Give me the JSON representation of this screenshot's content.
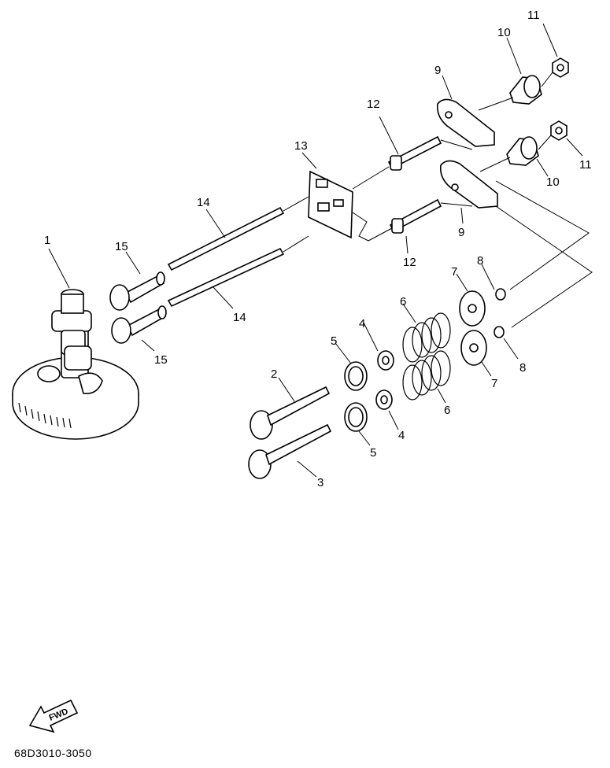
{
  "diagram": {
    "title": "",
    "callouts": {
      "c1": "1",
      "c2": "2",
      "c3": "3",
      "c4a": "4",
      "c4b": "4",
      "c5a": "5",
      "c5b": "5",
      "c6a": "6",
      "c6b": "6",
      "c7a": "7",
      "c7b": "7",
      "c8a": "8",
      "c8b": "8",
      "c9a": "9",
      "c9b": "9",
      "c10a": "10",
      "c10b": "10",
      "c11a": "11",
      "c11b": "11",
      "c12a": "12",
      "c12b": "12",
      "c13": "13",
      "c14a": "14",
      "c14b": "14",
      "c15a": "15",
      "c15b": "15"
    },
    "fwd_label": "FWD",
    "drawing_code": "68D3010-3050"
  }
}
